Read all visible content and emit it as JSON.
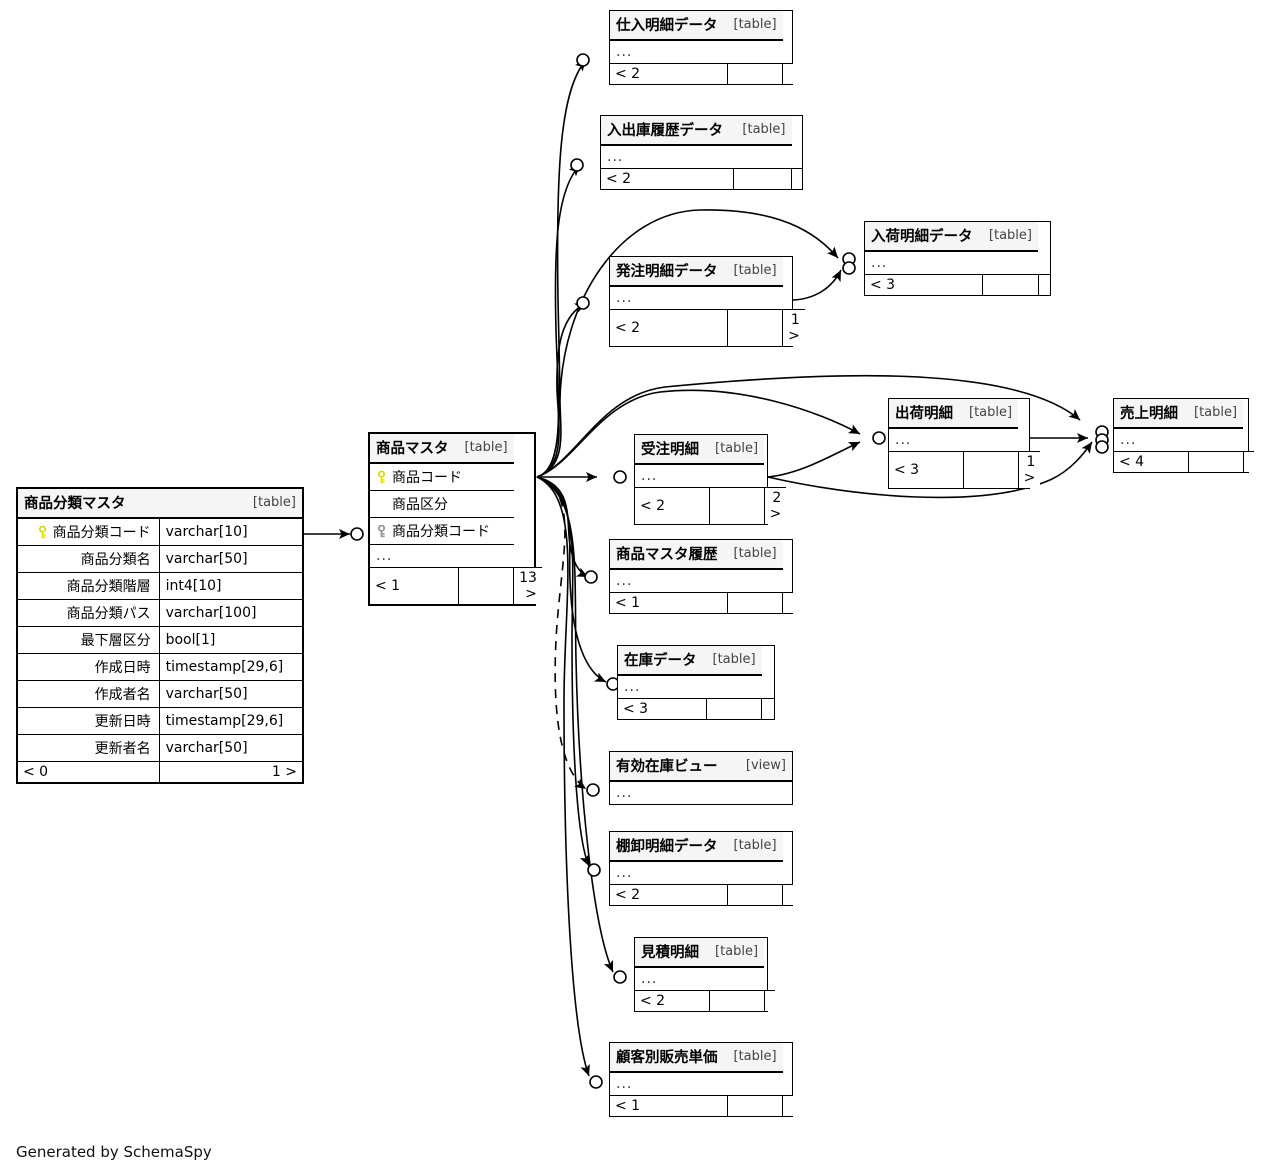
{
  "diagram": {
    "title": "SchemaSpy relationship diagram",
    "credit": "Generated by SchemaSpy",
    "type_table": "[table]",
    "type_view": "[view]",
    "ellipsis": "...",
    "colors": {
      "background": "#ffffff",
      "header_fill": "#f5f5f5",
      "border": "#000000",
      "primary_key": "#e6e600",
      "foreign_key": "#999999",
      "edge": "#000000"
    }
  },
  "nodes": [
    {
      "id": "shohin_bunrui_master",
      "name": "商品分類マスタ",
      "type": "[table]",
      "icons": {
        "row0": "primary-key-icon"
      },
      "columns": [
        {
          "name": "商品分類コード",
          "type": "varchar[10]",
          "key": "primary"
        },
        {
          "name": "商品分類名",
          "type": "varchar[50]",
          "key": "none"
        },
        {
          "name": "商品分類階層",
          "type": "int4[10]",
          "key": "none"
        },
        {
          "name": "商品分類パス",
          "type": "varchar[100]",
          "key": "none"
        },
        {
          "name": "最下層区分",
          "type": "bool[1]",
          "key": "none"
        },
        {
          "name": "作成日時",
          "type": "timestamp[29,6]",
          "key": "none"
        },
        {
          "name": "作成者名",
          "type": "varchar[50]",
          "key": "none"
        },
        {
          "name": "更新日時",
          "type": "timestamp[29,6]",
          "key": "none"
        },
        {
          "name": "更新者名",
          "type": "varchar[50]",
          "key": "none"
        }
      ],
      "footer": {
        "left": "< 0",
        "mid": "",
        "right": "1 >"
      }
    },
    {
      "id": "shohin_master",
      "name": "商品マスタ",
      "type": "[table]",
      "columns": [
        {
          "name": "商品コード",
          "type": "",
          "key": "primary"
        },
        {
          "name": "商品区分",
          "type": "",
          "key": "none"
        },
        {
          "name": "商品分類コード",
          "type": "",
          "key": "foreign"
        },
        {
          "name": "...",
          "type": "",
          "key": "none"
        }
      ],
      "footer": {
        "left": "< 1",
        "mid": "",
        "right": "13 >"
      }
    },
    {
      "id": "shiire_meisai",
      "name": "仕入明細データ",
      "type": "[table]",
      "body": "...",
      "footer": {
        "left": "< 2",
        "mid": "",
        "right": ""
      }
    },
    {
      "id": "nyushukko_rireki",
      "name": "入出庫履歴データ",
      "type": "[table]",
      "body": "...",
      "footer": {
        "left": "< 2",
        "mid": "",
        "right": ""
      }
    },
    {
      "id": "hatchu_meisai",
      "name": "発注明細データ",
      "type": "[table]",
      "body": "...",
      "footer": {
        "left": "< 2",
        "mid": "",
        "right": "1 >"
      }
    },
    {
      "id": "nyuka_meisai",
      "name": "入荷明細データ",
      "type": "[table]",
      "body": "...",
      "footer": {
        "left": "< 3",
        "mid": "",
        "right": ""
      }
    },
    {
      "id": "juchu_meisai",
      "name": "受注明細",
      "type": "[table]",
      "body": "...",
      "footer": {
        "left": "< 2",
        "mid": "",
        "right": "2 >"
      }
    },
    {
      "id": "shukka_meisai",
      "name": "出荷明細",
      "type": "[table]",
      "body": "...",
      "footer": {
        "left": "< 3",
        "mid": "",
        "right": "1 >"
      }
    },
    {
      "id": "uriage_meisai",
      "name": "売上明細",
      "type": "[table]",
      "body": "...",
      "footer": {
        "left": "< 4",
        "mid": "",
        "right": ""
      }
    },
    {
      "id": "shohin_master_rireki",
      "name": "商品マスタ履歴",
      "type": "[table]",
      "body": "...",
      "footer": {
        "left": "< 1",
        "mid": "",
        "right": ""
      }
    },
    {
      "id": "zaiko_data",
      "name": "在庫データ",
      "type": "[table]",
      "body": "...",
      "footer": {
        "left": "< 3",
        "mid": "",
        "right": ""
      }
    },
    {
      "id": "yuko_zaiko_view",
      "name": "有効在庫ビュー",
      "type": "[view]",
      "body": "...",
      "footer": null
    },
    {
      "id": "tanaoroshi_meisai",
      "name": "棚卸明細データ",
      "type": "[table]",
      "body": "...",
      "footer": {
        "left": "< 2",
        "mid": "",
        "right": ""
      }
    },
    {
      "id": "mitsumori_meisai",
      "name": "見積明細",
      "type": "[table]",
      "body": "...",
      "footer": {
        "left": "< 2",
        "mid": "",
        "right": ""
      }
    },
    {
      "id": "kokyakubetsu_tanka",
      "name": "顧客別販売単価",
      "type": "[table]",
      "body": "...",
      "footer": {
        "left": "< 1",
        "mid": "",
        "right": ""
      }
    }
  ]
}
